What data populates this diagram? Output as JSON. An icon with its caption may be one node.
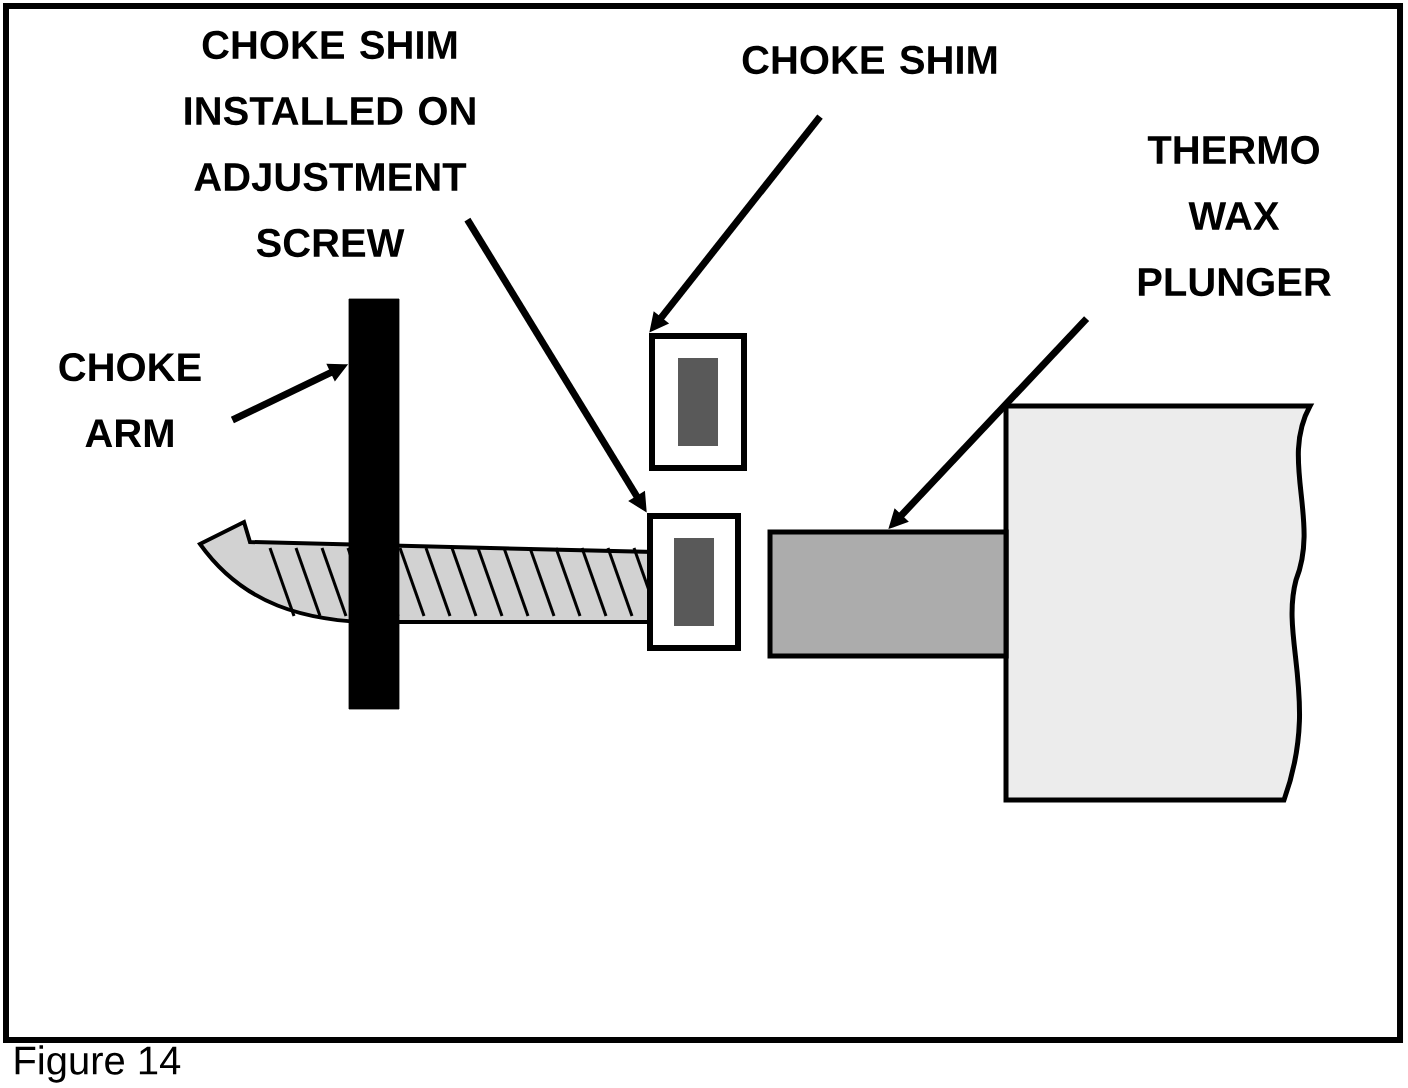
{
  "diagram": {
    "caption": "Figure 14",
    "nodes": [
      {
        "text": [
          "CHOKE SHIM INSTALLED ON ADJUSTMENT SCREW"
        ]
      },
      {
        "text": [
          "CHOKE SHIM"
        ]
      },
      {
        "text": [
          "THERMO WAX PLUNGER"
        ]
      },
      {
        "text": [
          "CHOKE ARM"
        ]
      },
      {
        "text": [],
        "shape": "bar"
      },
      {
        "text": [],
        "shape": "box"
      },
      {
        "text": [],
        "shape": "box"
      },
      {
        "text": [],
        "shape": "box"
      }
    ],
    "edges": [
      {
        "from": 0,
        "to": 5,
        "arrow": "to"
      },
      {
        "from": 1,
        "to": 6,
        "arrow": "to"
      },
      {
        "from": 2,
        "to": 7,
        "arrow": "to"
      },
      {
        "from": 3,
        "to": 4,
        "arrow": "to"
      }
    ]
  }
}
